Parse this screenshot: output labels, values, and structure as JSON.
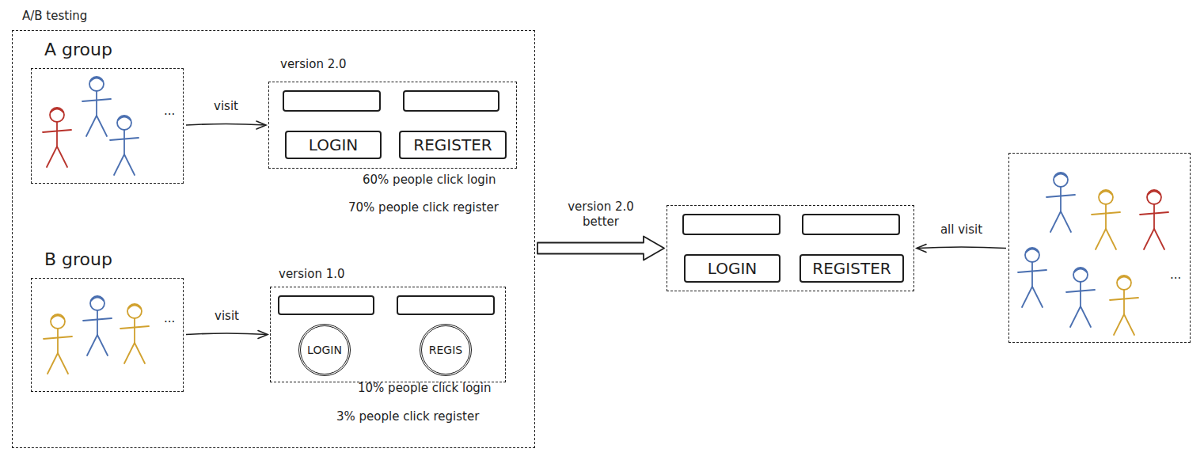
{
  "diagram": {
    "nodes": [
      {
        "text": [
          "A/B testing"
        ]
      },
      {
        "text": [
          "A group"
        ],
        "in": 0
      },
      {
        "text": [
          "version 2.0"
        ],
        "in": 0
      },
      {
        "text": [
          "LOGIN"
        ],
        "in": 2
      },
      {
        "text": [
          "REGISTER"
        ],
        "in": 2
      },
      {
        "text": [
          "B group"
        ],
        "in": 0
      },
      {
        "text": [
          "version 1.0"
        ],
        "in": 0
      },
      {
        "text": [
          "LOGIN"
        ],
        "in": 6
      },
      {
        "text": [
          "REGIS"
        ],
        "in": 6
      },
      {
        "text": []
      },
      {
        "text": [
          "LOGIN"
        ],
        "in": 9
      },
      {
        "text": [
          "REGISTER"
        ],
        "in": 9
      },
      {
        "text": []
      }
    ],
    "edges": [
      {
        "from": 1,
        "to": 2,
        "arrow": "to",
        "label": "visit"
      },
      {
        "from": 5,
        "to": 6,
        "arrow": "to",
        "label": "visit"
      },
      {
        "from": 0,
        "to": 9,
        "arrow": "to",
        "label": "version 2.0 better"
      },
      {
        "from": 12,
        "to": 9,
        "arrow": "to",
        "label": "all visit"
      }
    ],
    "labels": [
      "60% people click login",
      "70% people click register",
      "10% people click login",
      "3% people click register",
      "...",
      "...",
      "..."
    ]
  }
}
